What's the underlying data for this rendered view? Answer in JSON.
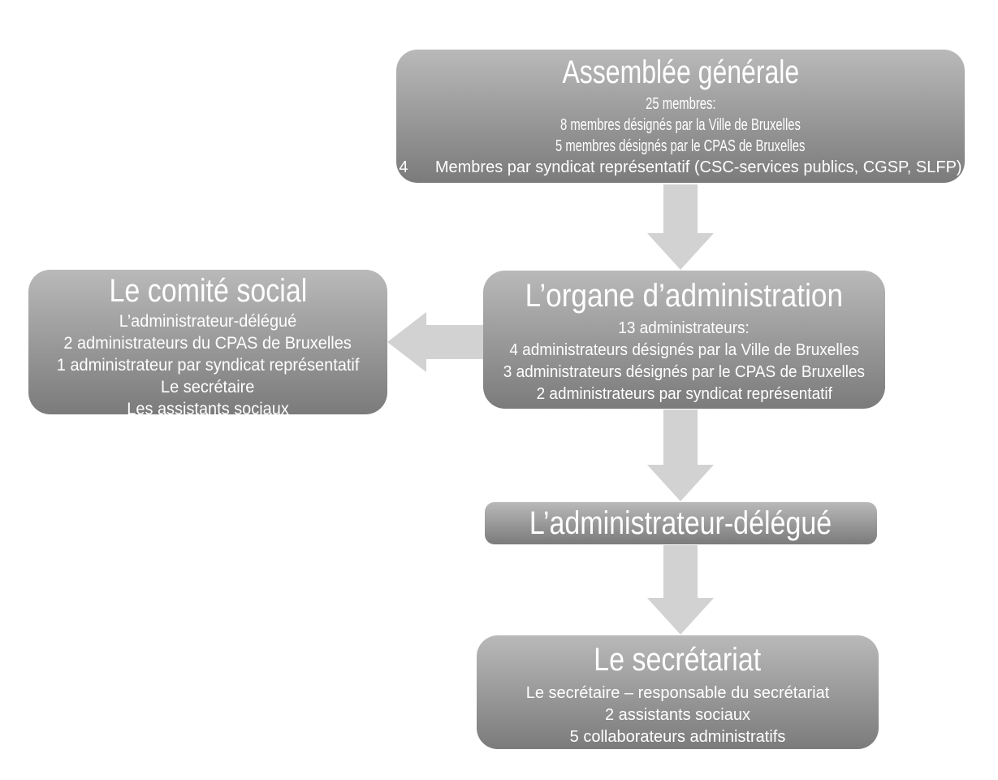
{
  "background_color": "#ffffff",
  "palette": {
    "background_color": "#ffffff",
    "box_gradient_top": "#b9b9b9",
    "box_gradient_bottom": "#7b7b7b",
    "arrow_color": "#d2d2d2",
    "text_color": "#ffffff"
  },
  "diagram": {
    "type": "org-chart",
    "nodes": {
      "assemblee_generale": {
        "title": "Assemblée générale",
        "lines": [
          "25 membres:",
          "8 membres désignés par la Ville de Bruxelles",
          "5 membres désignés par le CPAS de Bruxelles",
          "4      Membres par syndicat représentatif (CSC-services publics, CGSP, SLFP)"
        ]
      },
      "organe_administration": {
        "title": "L’organe d’administration",
        "lines": [
          "13 administrateurs:",
          "4 administrateurs désignés par la Ville de Bruxelles",
          "3 administrateurs désignés par le CPAS de Bruxelles",
          "2 administrateurs par syndicat représentatif"
        ]
      },
      "comite_social": {
        "title": "Le comité social",
        "lines": [
          "L’administrateur-délégué",
          "2 administrateurs du CPAS de Bruxelles",
          "1 administrateur par syndicat représentatif",
          "Le secrétaire",
          "Les assistants sociaux"
        ]
      },
      "administrateur_delegue": {
        "title": "L’administrateur-délégué"
      },
      "secretariat": {
        "title": "Le secrétariat",
        "lines": [
          "Le secrétaire – responsable du secrétariat",
          "2 assistants sociaux",
          "5 collaborateurs administratifs"
        ]
      }
    },
    "connections": [
      {
        "from": "assemblee_generale",
        "to": "organe_administration",
        "direction": "down"
      },
      {
        "from": "organe_administration",
        "to": "comite_social",
        "direction": "left"
      },
      {
        "from": "organe_administration",
        "to": "administrateur_delegue",
        "direction": "down"
      },
      {
        "from": "administrateur_delegue",
        "to": "secretariat",
        "direction": "down"
      }
    ]
  }
}
